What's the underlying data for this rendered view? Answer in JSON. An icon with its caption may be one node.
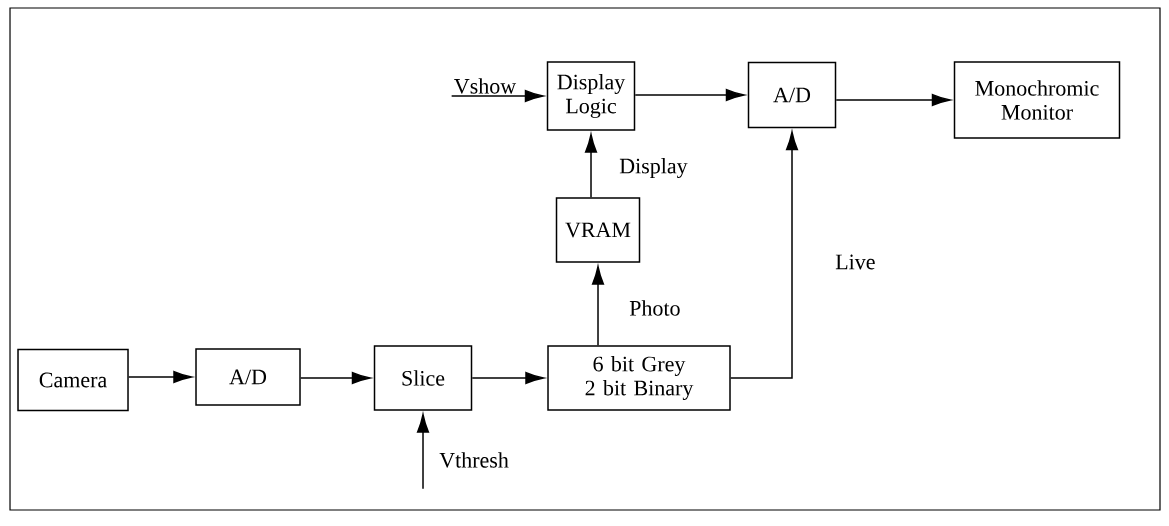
{
  "diagram": {
    "nodes": [
      {
        "text": [
          "Vshow"
        ]
      },
      {
        "text": [
          "Display Logic"
        ]
      },
      {
        "text": [
          "A/D"
        ]
      },
      {
        "text": [
          "Monochromic Monitor"
        ]
      },
      {
        "text": [
          "VRAM"
        ]
      },
      {
        "text": [
          "Camera"
        ]
      },
      {
        "text": [
          "A/D"
        ]
      },
      {
        "text": [
          "Slice"
        ]
      },
      {
        "text": [
          "6 bit Grey 2 bit Binary"
        ]
      }
    ],
    "edges": [
      {
        "from": 0,
        "to": 1,
        "arrow": "to"
      },
      {
        "from": 1,
        "to": 2,
        "arrow": "to"
      },
      {
        "from": 2,
        "to": 3,
        "arrow": "to"
      },
      {
        "from": 4,
        "to": 1,
        "arrow": "to",
        "label": "Display"
      },
      {
        "from": 8,
        "to": 4,
        "arrow": "to",
        "label": "Photo"
      },
      {
        "from": 8,
        "to": 2,
        "arrow": "to",
        "label": "Live"
      },
      {
        "from": 5,
        "to": 6,
        "arrow": "to"
      },
      {
        "from": 6,
        "to": 7,
        "arrow": "to"
      },
      {
        "from": 7,
        "to": 8,
        "arrow": "to"
      },
      {
        "from": null,
        "to": 7,
        "arrow": "to",
        "label": "Vthresh"
      }
    ]
  }
}
